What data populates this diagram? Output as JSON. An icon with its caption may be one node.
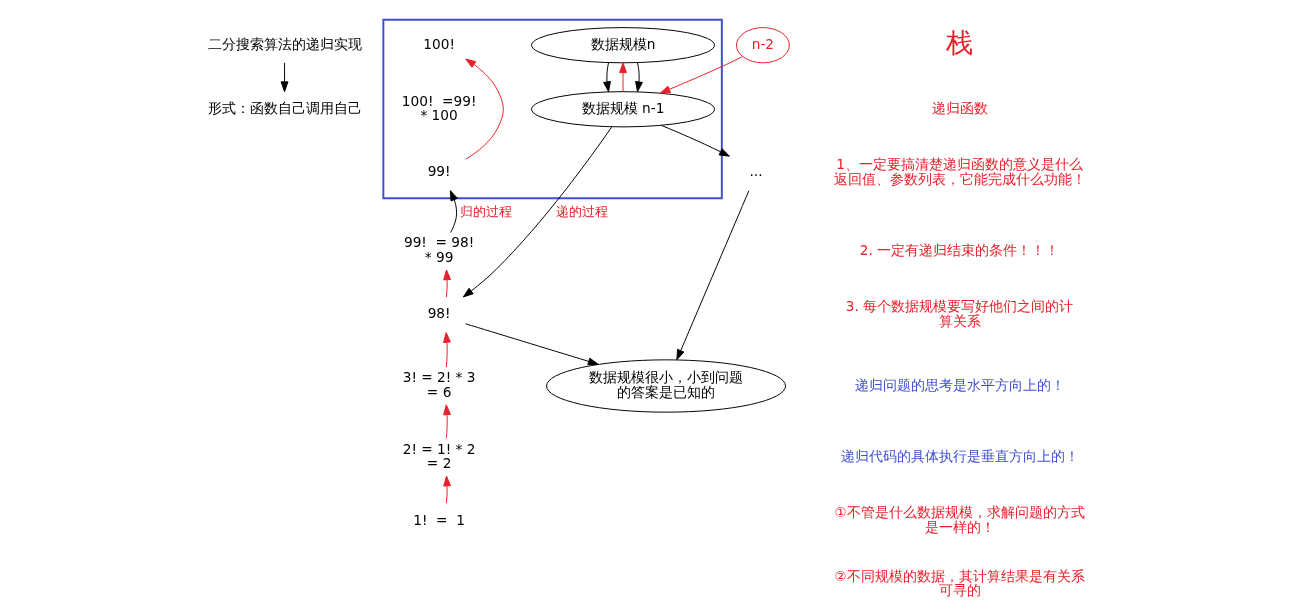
{
  "diagram": {
    "nodes": [
      {
        "text": [
          "二分搜索算法的递归实现"
        ]
      },
      {
        "text": [
          "形式：函数自己调用自己"
        ]
      },
      {
        "text": [],
        "shape": "box"
      },
      {
        "text": [
          "数据规模n"
        ],
        "in": 2
      },
      {
        "text": [
          "数据规模 n-1"
        ],
        "in": 2
      },
      {
        "text": [
          "100!"
        ],
        "in": 2
      },
      {
        "text": [
          "100!  =99!  * 100"
        ],
        "in": 2
      },
      {
        "text": [
          "99!"
        ],
        "in": 2
      },
      {
        "text": [
          "n-2"
        ]
      },
      {
        "text": [
          "..."
        ]
      },
      {
        "text": [
          "数据规模很小，小到问题的答案是已知的"
        ]
      },
      {
        "text": [
          "99!  = 98!  * 99"
        ]
      },
      {
        "text": [
          "98!"
        ]
      },
      {
        "text": [
          "3! = 2! * 3 = 6"
        ]
      },
      {
        "text": [
          "2! = 1! * 2 = 2"
        ]
      },
      {
        "text": [
          "1!  =  1"
        ]
      }
    ],
    "edges": [
      {
        "from": 0,
        "to": 1,
        "arrow": "to"
      },
      {
        "from": 3,
        "to": 4,
        "arrow": "to"
      },
      {
        "from": 4,
        "to": 9,
        "arrow": "to"
      },
      {
        "from": 9,
        "to": 10,
        "arrow": "to"
      },
      {
        "from": 4,
        "to": 3,
        "arrow": "to",
        "color": "#e8202a"
      },
      {
        "from": 8,
        "to": 4,
        "arrow": "to",
        "color": "#e8202a"
      },
      {
        "from": 3,
        "to": 4,
        "arrow": "to"
      },
      {
        "from": 4,
        "to": 12,
        "arrow": "to",
        "label": "递的过程"
      },
      {
        "from": 12,
        "to": 10,
        "arrow": "to"
      },
      {
        "from": 15,
        "to": 14,
        "arrow": "to",
        "color": "#e8202a"
      },
      {
        "from": 14,
        "to": 13,
        "arrow": "to",
        "color": "#e8202a"
      },
      {
        "from": 13,
        "to": 12,
        "arrow": "to",
        "color": "#e8202a"
      },
      {
        "from": 12,
        "to": 11,
        "arrow": "to",
        "color": "#e8202a"
      },
      {
        "from": 11,
        "to": 7,
        "arrow": "to",
        "label": "归的过程"
      },
      {
        "from": 7,
        "to": 5,
        "arrow": "to",
        "color": "#e8202a"
      }
    ],
    "labels": [
      "栈",
      "递归函数",
      "1、一定要搞清楚递归函数的意义是什么返回值、参数列表，它能完成什么功能！",
      "2. 一定有递归结束的条件！！！",
      "3. 每个数据规模要写好他们之间的计算关系",
      "递归问题的思考是水平方向上的！",
      "递归代码的具体执行是垂直方向上的！",
      "①不管是什么数据规模，求解问题的方式是一样的！",
      "②不同规模的数据，其计算结果是有关系可寻的"
    ]
  }
}
